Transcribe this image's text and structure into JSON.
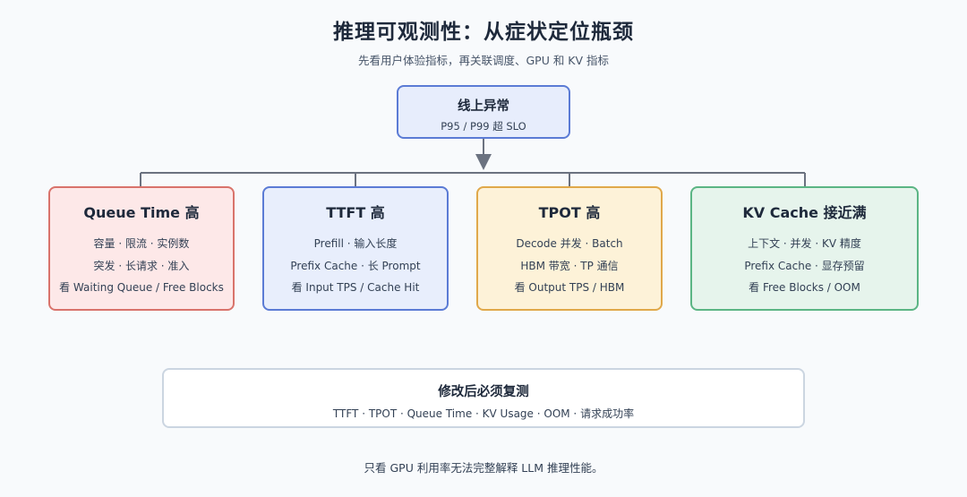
{
  "title": "推理可观测性：从症状定位瓶颈",
  "subtitle": "先看用户体验指标，再关联调度、GPU 和 KV 指标",
  "root": {
    "title": "线上异常",
    "subtitle": "P95 / P99 超 SLO"
  },
  "cards": [
    {
      "title": "Queue Time 高",
      "lines": [
        "容量 · 限流 · 实例数",
        "突发 · 长请求 · 准入",
        "看 Waiting Queue / Free Blocks"
      ]
    },
    {
      "title": "TTFT 高",
      "lines": [
        "Prefill · 输入长度",
        "Prefix Cache · 长 Prompt",
        "看 Input TPS / Cache Hit"
      ]
    },
    {
      "title": "TPOT 高",
      "lines": [
        "Decode 并发 · Batch",
        "HBM 带宽 · TP 通信",
        "看 Output TPS / HBM"
      ]
    },
    {
      "title": "KV Cache 接近满",
      "lines": [
        "上下文 · 并发 · KV 精度",
        "Prefix Cache · 显存预留",
        "看 Free Blocks / OOM"
      ]
    }
  ],
  "verify": {
    "title": "修改后必须复测",
    "subtitle": "TTFT · TPOT · Queue Time · KV Usage · OOM · 请求成功率"
  },
  "footer": "只看 GPU 利用率无法完整解释 LLM 推理性能。",
  "colors": {
    "connector": "#6b7280",
    "red_border": "#d9736b",
    "blue_border": "#5b7bd5",
    "orange_border": "#e0a84a",
    "green_border": "#5bb584"
  }
}
